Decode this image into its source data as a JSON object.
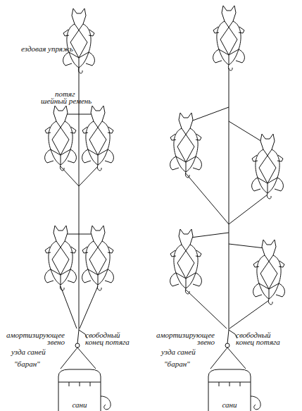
{
  "diagram": {
    "nodes": [
      {
        "text": [
          "сани"
        ]
      },
      {
        "text": [
          "сани"
        ]
      }
    ],
    "labels": [
      "ездовая упряжь",
      "потяг",
      "шейный ремень",
      "амортизирующее звено",
      "свободный конец потяга",
      "узда саней",
      "\"баран\"",
      "амортизирующее звено",
      "свободный конец потяга",
      "узда саней",
      "\"баран\""
    ]
  }
}
